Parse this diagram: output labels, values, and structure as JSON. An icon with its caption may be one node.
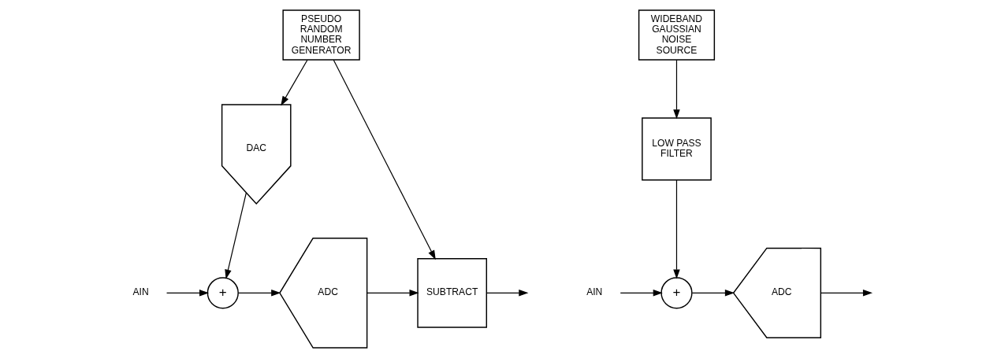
{
  "diagram": {
    "nodes": [
      {
        "text": [
          "PSEUDO RANDOM NUMBER GENERATOR"
        ]
      },
      {
        "text": [
          "DAC"
        ]
      },
      {
        "text": [
          "AIN"
        ]
      },
      {
        "text": [
          "+"
        ]
      },
      {
        "text": [
          "ADC"
        ]
      },
      {
        "text": [
          "SUBTRACT"
        ]
      },
      {
        "text": [
          "WIDEBAND GAUSSIAN NOISE SOURCE"
        ]
      },
      {
        "text": [
          "LOW PASS FILTER"
        ]
      },
      {
        "text": [
          "AIN"
        ]
      },
      {
        "text": [
          "+"
        ]
      },
      {
        "text": [
          "ADC"
        ]
      }
    ],
    "edges": [
      {
        "from": 0,
        "to": 1,
        "arrow": "to"
      },
      {
        "from": 0,
        "to": 5,
        "arrow": "to"
      },
      {
        "from": 1,
        "to": 3,
        "arrow": "to"
      },
      {
        "from": 2,
        "to": 3,
        "arrow": "to"
      },
      {
        "from": 3,
        "to": 4,
        "arrow": "to"
      },
      {
        "from": 4,
        "to": 5,
        "arrow": "to"
      },
      {
        "from": 5,
        "to": null,
        "arrow": "to"
      },
      {
        "from": 6,
        "to": 7,
        "arrow": "to"
      },
      {
        "from": 7,
        "to": 9,
        "arrow": "to"
      },
      {
        "from": 8,
        "to": 9,
        "arrow": "to"
      },
      {
        "from": 9,
        "to": 10,
        "arrow": "to"
      },
      {
        "from": 10,
        "to": null,
        "arrow": "to"
      }
    ]
  }
}
